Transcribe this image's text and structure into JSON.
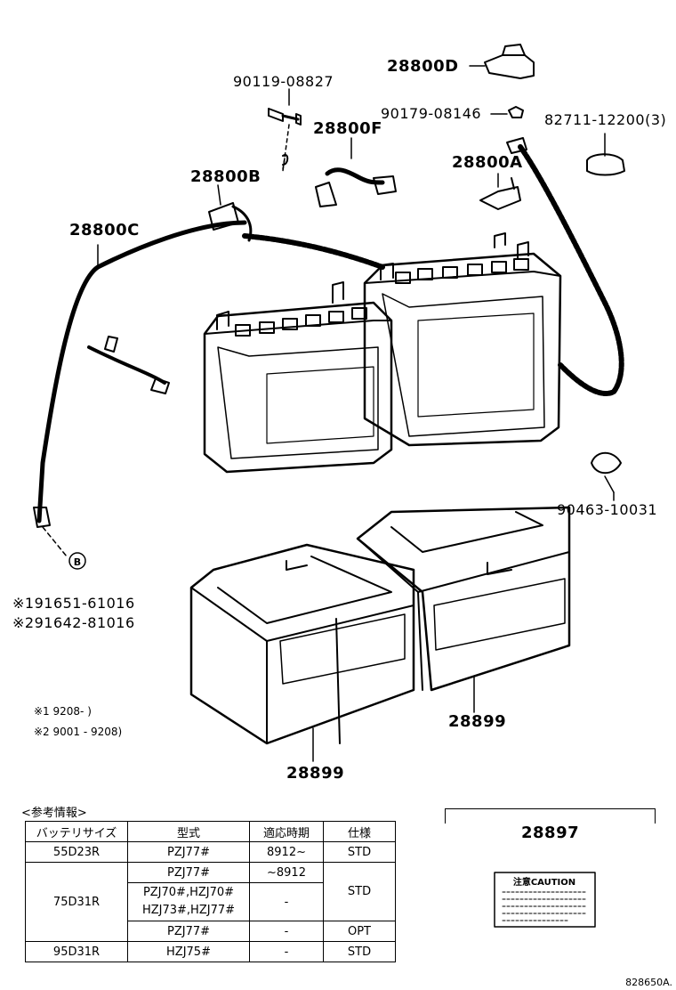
{
  "parts": {
    "p28800D": "28800D",
    "p90119": "90119-08827",
    "p90179": "90179-08146",
    "p82711": "82711-12200(3)",
    "p28800F": "28800F",
    "p28800A": "28800A",
    "p28800B": "28800B",
    "p28800C": "28800C",
    "p90463": "90463-10031",
    "p191651": "※191651-61016",
    "p291642": "※291642-81016",
    "p28899a": "28899",
    "p28899b": "28899",
    "p28897": "28897"
  },
  "callout": "B",
  "notes": {
    "n1": "※1   9208-     )",
    "n2": "※2   9001 - 9208)"
  },
  "label_text": "注意CAUTION",
  "reference": {
    "title": "<参考情報>",
    "headers": [
      "バッテリサイズ",
      "型式",
      "適応時期",
      "仕様"
    ],
    "r1": {
      "size": "55D23R",
      "model": "PZJ77#",
      "period": "8912~",
      "spec": "STD"
    },
    "r2": {
      "size": "75D31R",
      "model": "PZJ77#",
      "period": "~8912"
    },
    "r3": {
      "model_a": "PZJ70#,HZJ70#",
      "model_b": "HZJ73#,HZJ77#",
      "period": "-",
      "spec": "STD"
    },
    "r4": {
      "model": "PZJ77#",
      "period": "-",
      "spec": "OPT"
    },
    "r5": {
      "size": "95D31R",
      "model": "HZJ75#",
      "period": "-",
      "spec": "STD"
    }
  },
  "drawing_code": "828650A."
}
